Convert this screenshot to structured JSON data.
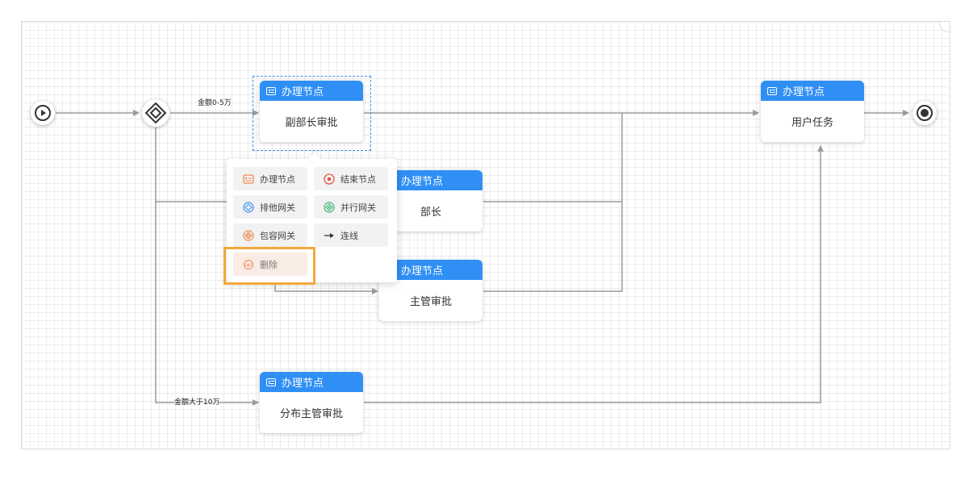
{
  "canvas": {
    "edge_labels": {
      "upper_branch": "金额0-5万",
      "lower_branch": "金额大于10万"
    }
  },
  "nodes": {
    "start_event": {
      "icon": "play-circle-icon"
    },
    "exclusive_gateway": {
      "icon": "diamond-gateway-icon"
    },
    "end_event": {
      "icon": "end-circle-icon"
    },
    "task_deputy": {
      "header": "办理节点",
      "title": "副部长审批",
      "selected": true
    },
    "task_minister": {
      "header": "办理节点",
      "title": "部长"
    },
    "task_supervisor": {
      "header": "办理节点",
      "title": "主管审批"
    },
    "task_branch_supervisor": {
      "header": "办理节点",
      "title": "分布主管审批"
    },
    "task_user": {
      "header": "办理节点",
      "title": "用户任务"
    }
  },
  "context_menu": {
    "items": [
      {
        "label": "办理节点",
        "icon": "task-node-icon",
        "color": "#f08a4b"
      },
      {
        "label": "结束节点",
        "icon": "end-node-icon",
        "color": "#e9553f"
      },
      {
        "label": "排他网关",
        "icon": "exclusive-gateway-icon",
        "color": "#3d8ef5"
      },
      {
        "label": "并行网关",
        "icon": "parallel-gateway-icon",
        "color": "#3cb371"
      },
      {
        "label": "包容网关",
        "icon": "inclusive-gateway-icon",
        "color": "#f08a4b"
      },
      {
        "label": "连线",
        "icon": "connect-arrow-icon",
        "color": "#333333"
      },
      {
        "label": "删除",
        "icon": "trash-icon",
        "color": "#f08a4b",
        "highlighted": true
      }
    ]
  },
  "colors": {
    "task_header": "#2f8ff5",
    "edge": "#9a9a9a",
    "highlight": "#f3a73a",
    "selection": "#3d8ef5"
  }
}
